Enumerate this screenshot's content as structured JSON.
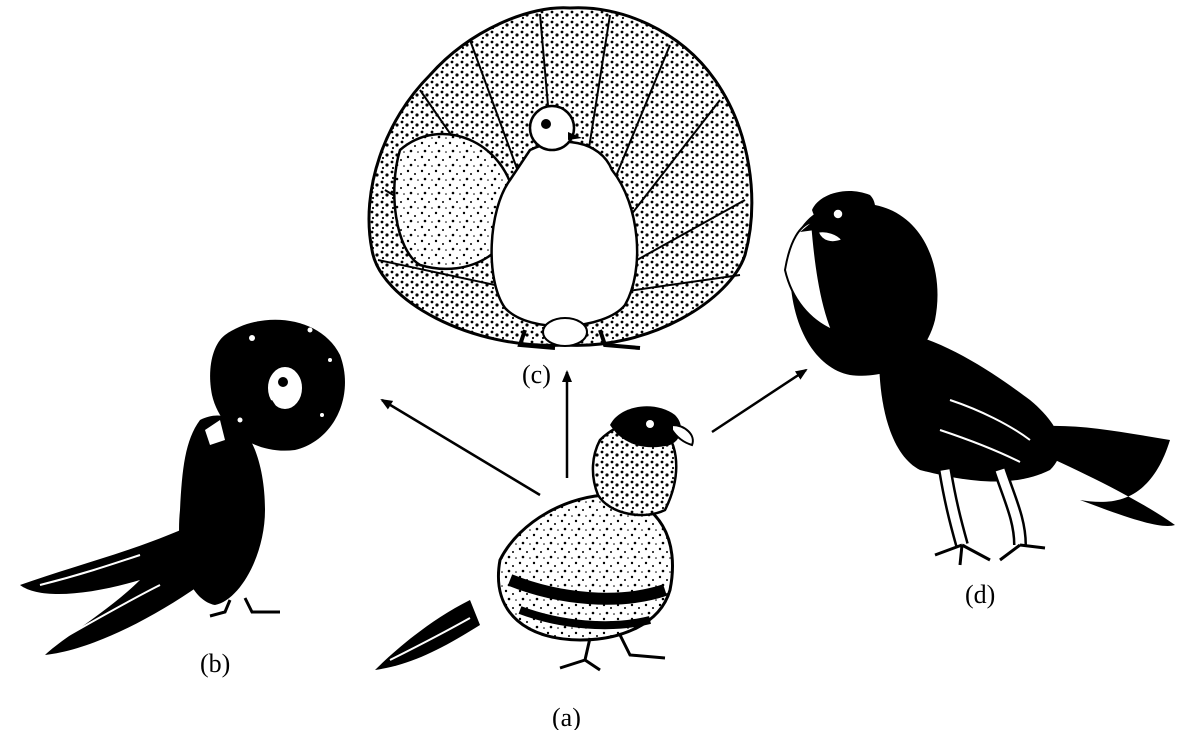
{
  "labels": {
    "a": "(a)",
    "b": "(b)",
    "c": "(c)",
    "d": "(d)"
  },
  "colors": {
    "ink": "#000000",
    "paper": "#ffffff"
  },
  "icons": {
    "a": "rock-pigeon-illustration",
    "b": "jacobin-pigeon-illustration",
    "c": "fantail-pigeon-illustration",
    "d": "pouter-pigeon-illustration"
  }
}
